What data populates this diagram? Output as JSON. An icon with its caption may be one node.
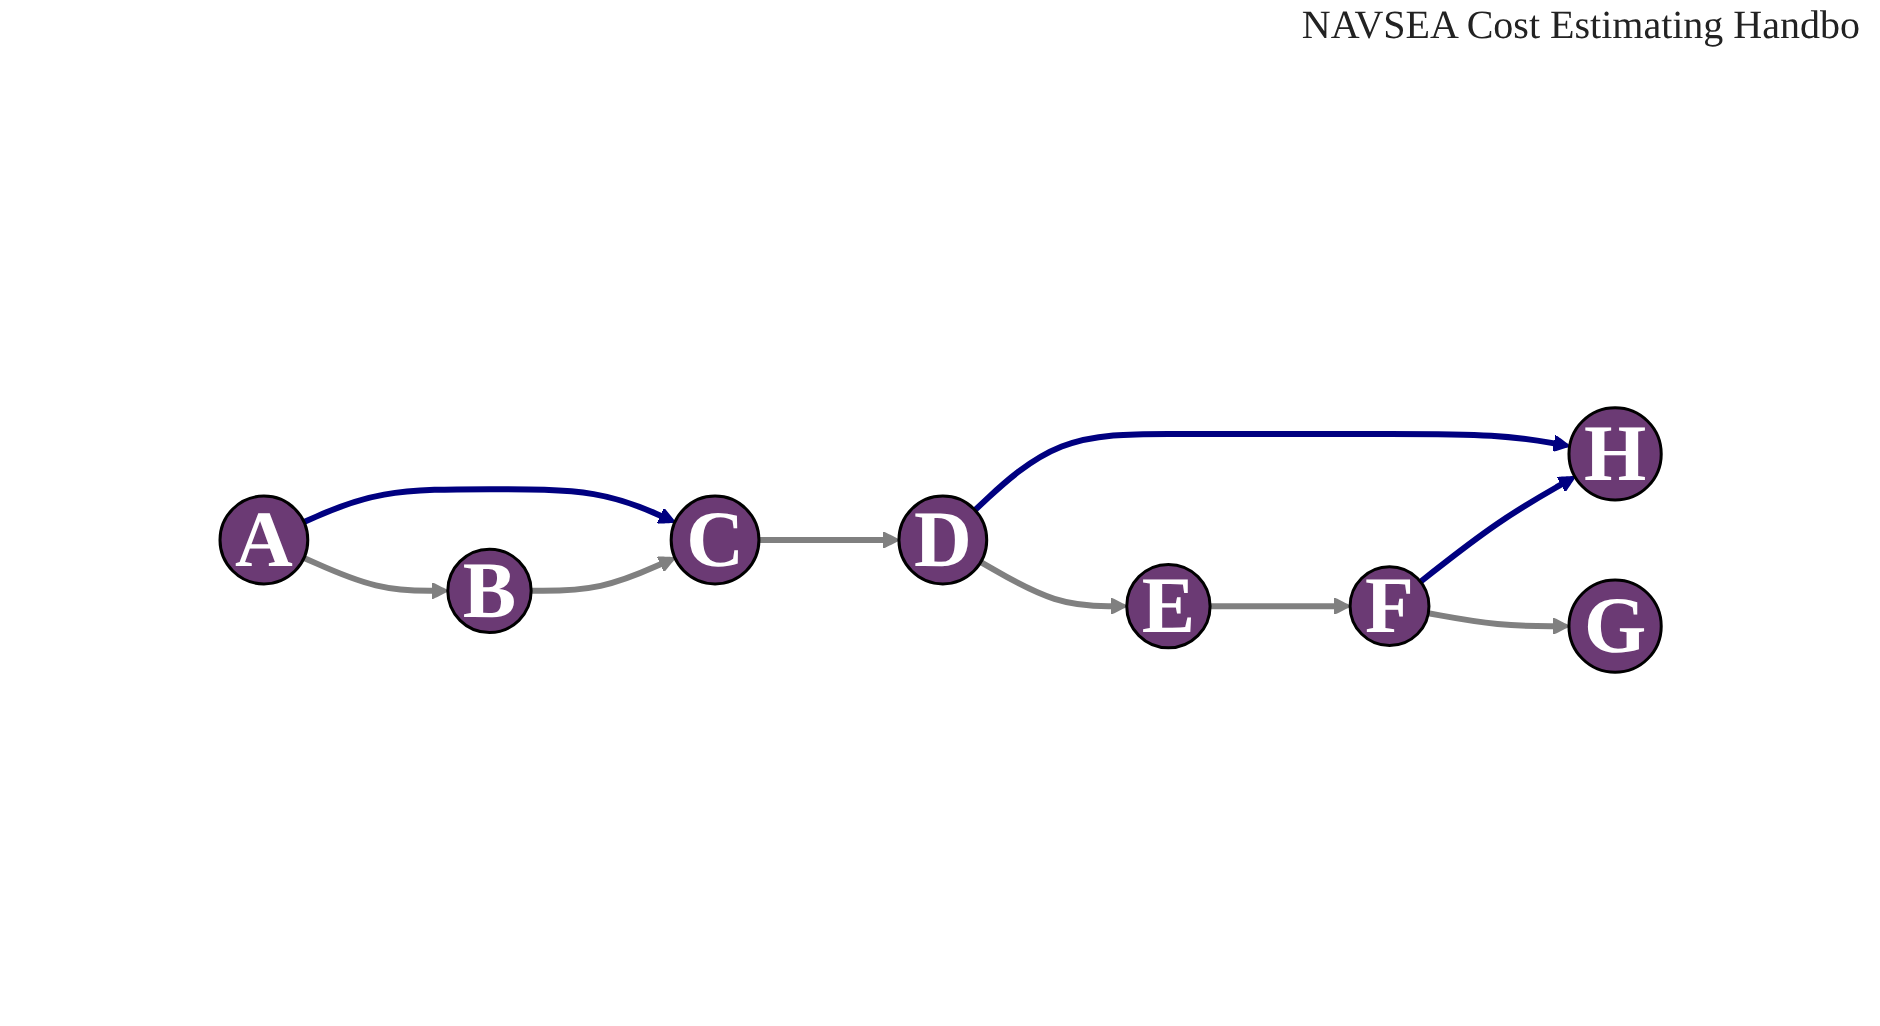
{
  "diagram": {
    "nodes": [
      {
        "text": [
          "B"
        ]
      },
      {
        "text": [
          "E"
        ]
      },
      {
        "text": [
          "A"
        ]
      },
      {
        "text": [
          "C"
        ]
      },
      {
        "text": [
          "D"
        ]
      },
      {
        "text": [
          "F"
        ]
      },
      {
        "text": [
          "H"
        ]
      },
      {
        "text": [
          "G"
        ]
      }
    ],
    "edges": [
      {
        "from": 2,
        "to": 0,
        "arrow": "to"
      },
      {
        "from": 2,
        "to": 3,
        "arrow": "to",
        "color": "#000080"
      },
      {
        "from": 0,
        "to": 3,
        "arrow": "to"
      },
      {
        "from": 3,
        "to": 4,
        "arrow": "to"
      },
      {
        "from": 4,
        "to": 1,
        "arrow": "to"
      },
      {
        "from": 1,
        "to": 5,
        "arrow": "to"
      },
      {
        "from": 4,
        "to": 6,
        "arrow": "to",
        "color": "#000080"
      },
      {
        "from": 5,
        "to": 6,
        "arrow": "to",
        "color": "#000080"
      },
      {
        "from": 5,
        "to": 7,
        "arrow": "to"
      }
    ],
    "labels": [
      "NAVSEA Cost Estimating Handbo"
    ]
  }
}
